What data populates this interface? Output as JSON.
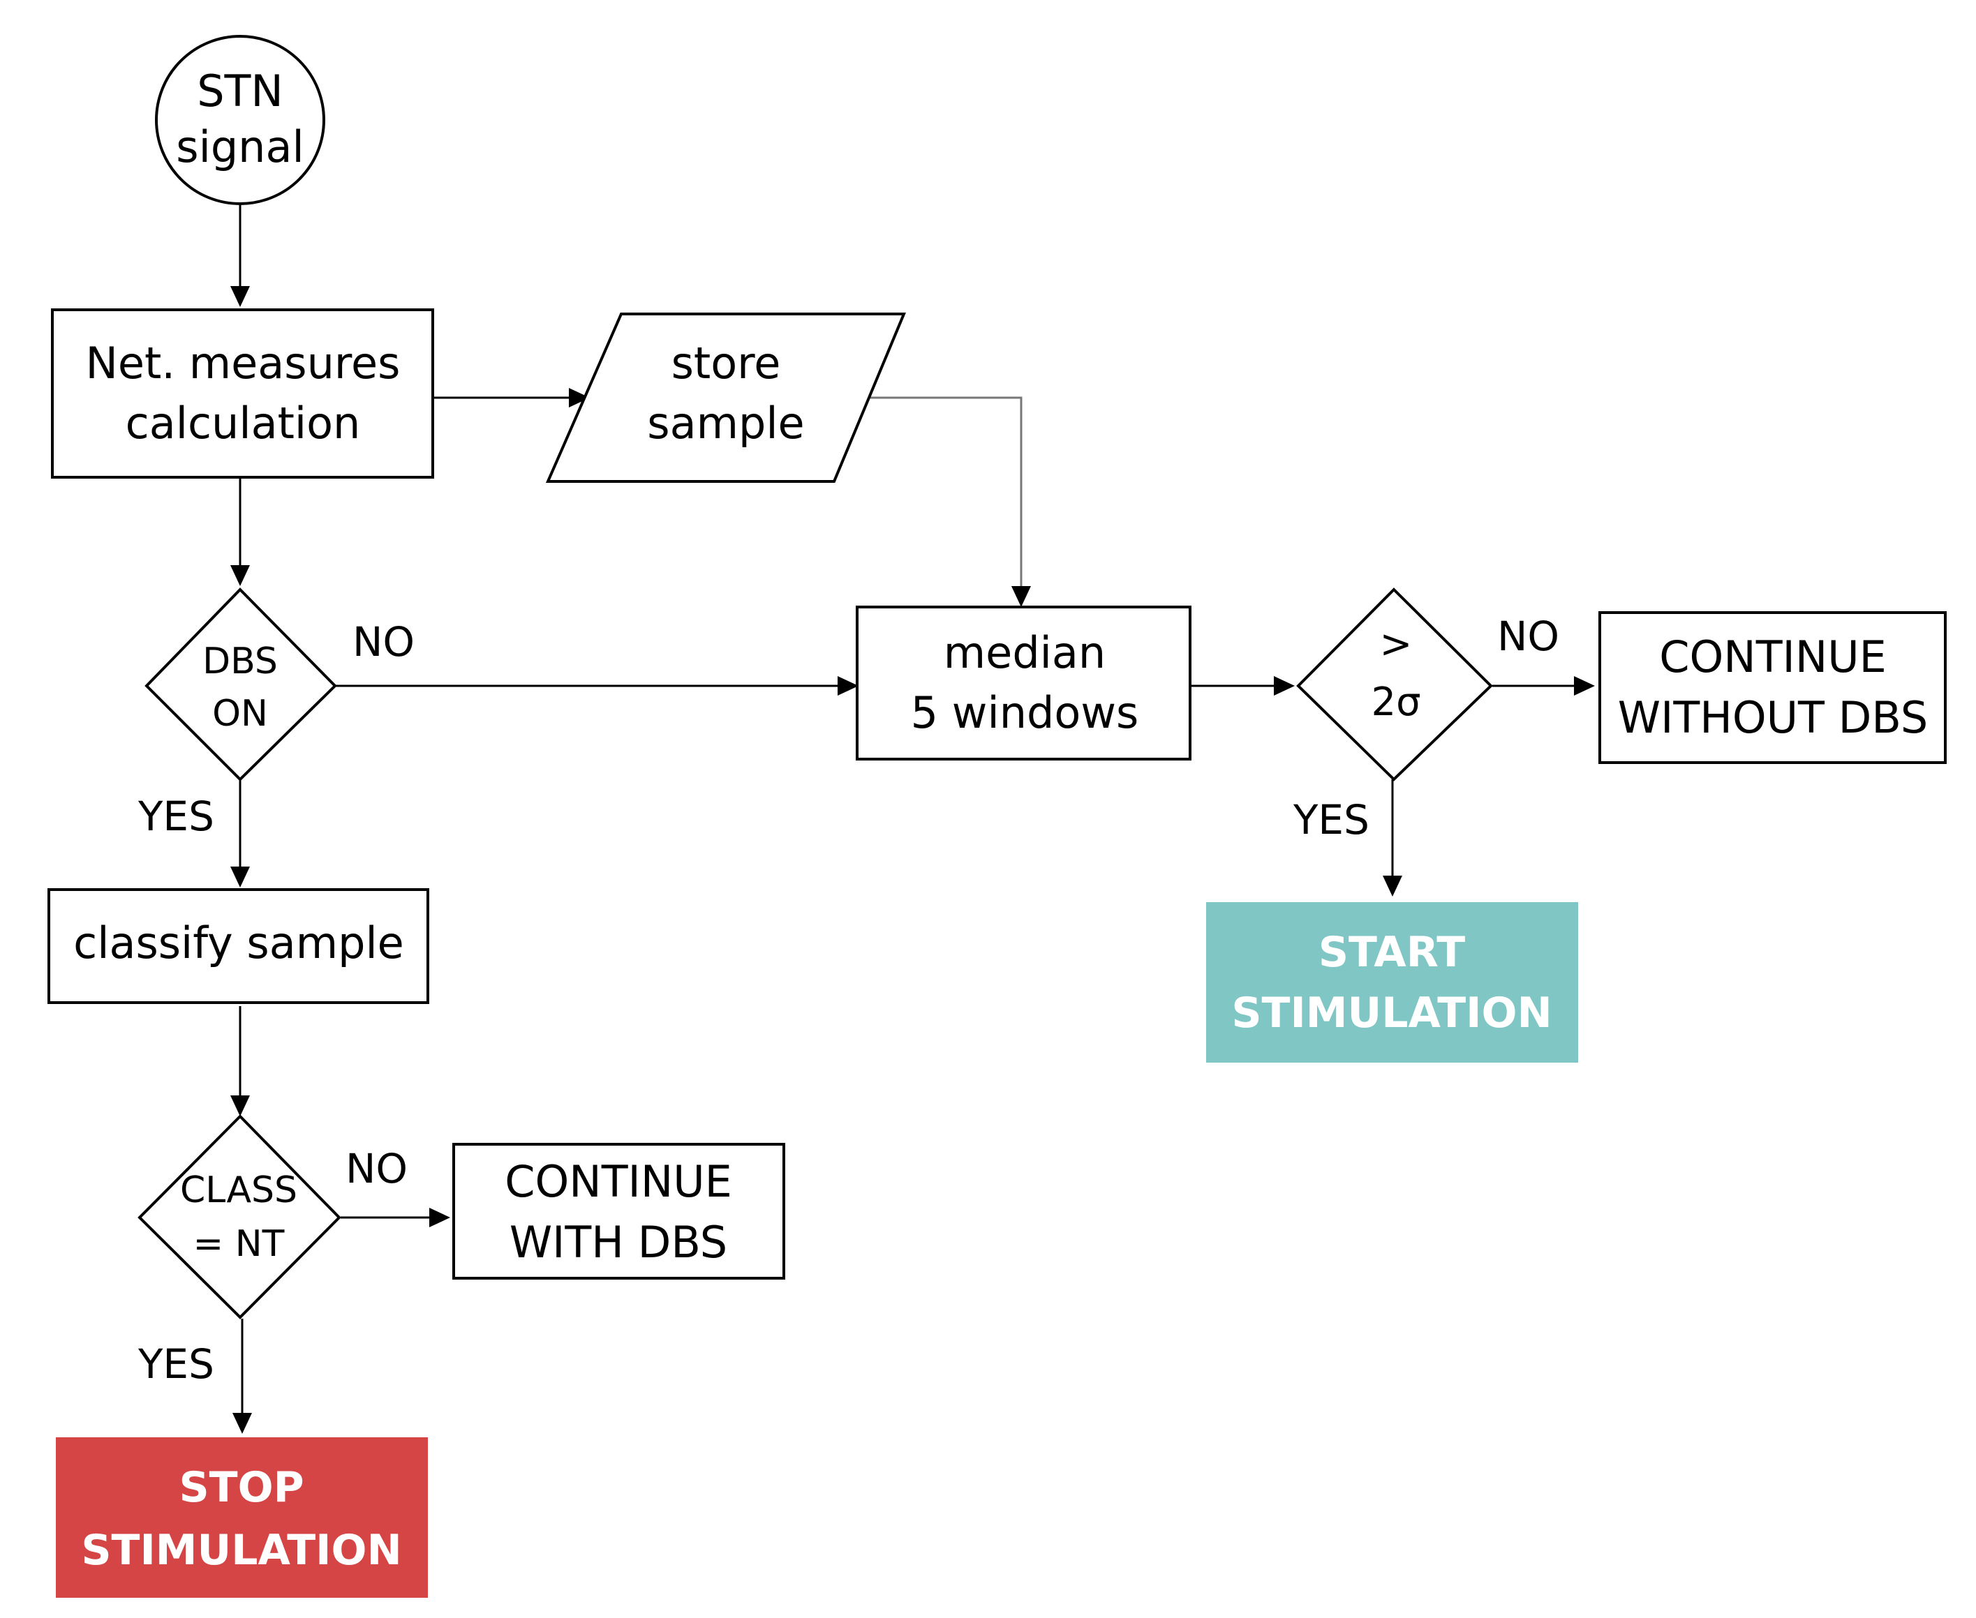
{
  "nodes": {
    "stn_signal": {
      "line1": "STN",
      "line2": "signal"
    },
    "net_measures": {
      "line1": "Net. measures",
      "line2": "calculation"
    },
    "store_sample": {
      "line1": "store",
      "line2": "sample"
    },
    "dbs_on": {
      "line1": "DBS",
      "line2": "ON"
    },
    "median": {
      "line1": "median",
      "line2": "5 windows"
    },
    "threshold": {
      "line1": ">",
      "line2": "2σ"
    },
    "continue_without": {
      "line1": "CONTINUE",
      "line2": "WITHOUT DBS"
    },
    "classify": {
      "text": "classify sample"
    },
    "start_stim": {
      "line1": "START",
      "line2": "STIMULATION"
    },
    "class_nt": {
      "line1": "CLASS",
      "line2": "= NT"
    },
    "continue_with": {
      "line1": "CONTINUE",
      "line2": "WITH DBS"
    },
    "stop_stim": {
      "line1": "STOP",
      "line2": "STIMULATION"
    }
  },
  "edge_labels": {
    "dbs_no": "NO",
    "dbs_yes": "YES",
    "threshold_no": "NO",
    "threshold_yes": "YES",
    "class_no": "NO",
    "class_yes": "YES"
  },
  "colors": {
    "start_fill": "#7fc6c4",
    "stop_fill": "#d64545"
  }
}
